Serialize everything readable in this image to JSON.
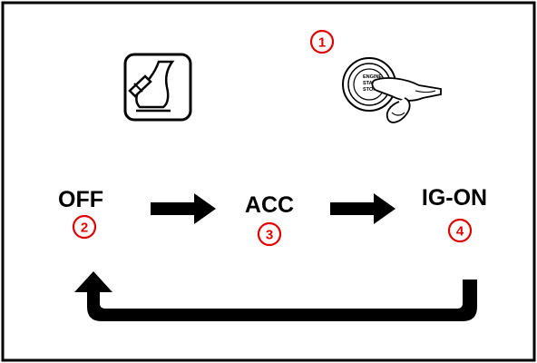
{
  "colors": {
    "border": "#000000",
    "accent_number": "#e00000",
    "arrow": "#000000",
    "background": "#ffffff"
  },
  "icons": {
    "brake_pedal": "brake-pedal-icon",
    "start_button_press": "push-start-button-icon"
  },
  "button_text": [
    "ENGINE",
    "START",
    "STOP"
  ],
  "sequence": [
    {
      "label": "OFF",
      "number": "2"
    },
    {
      "label": "ACC",
      "number": "3"
    },
    {
      "label": "IG-ON",
      "number": "4"
    }
  ],
  "press_number": "1"
}
